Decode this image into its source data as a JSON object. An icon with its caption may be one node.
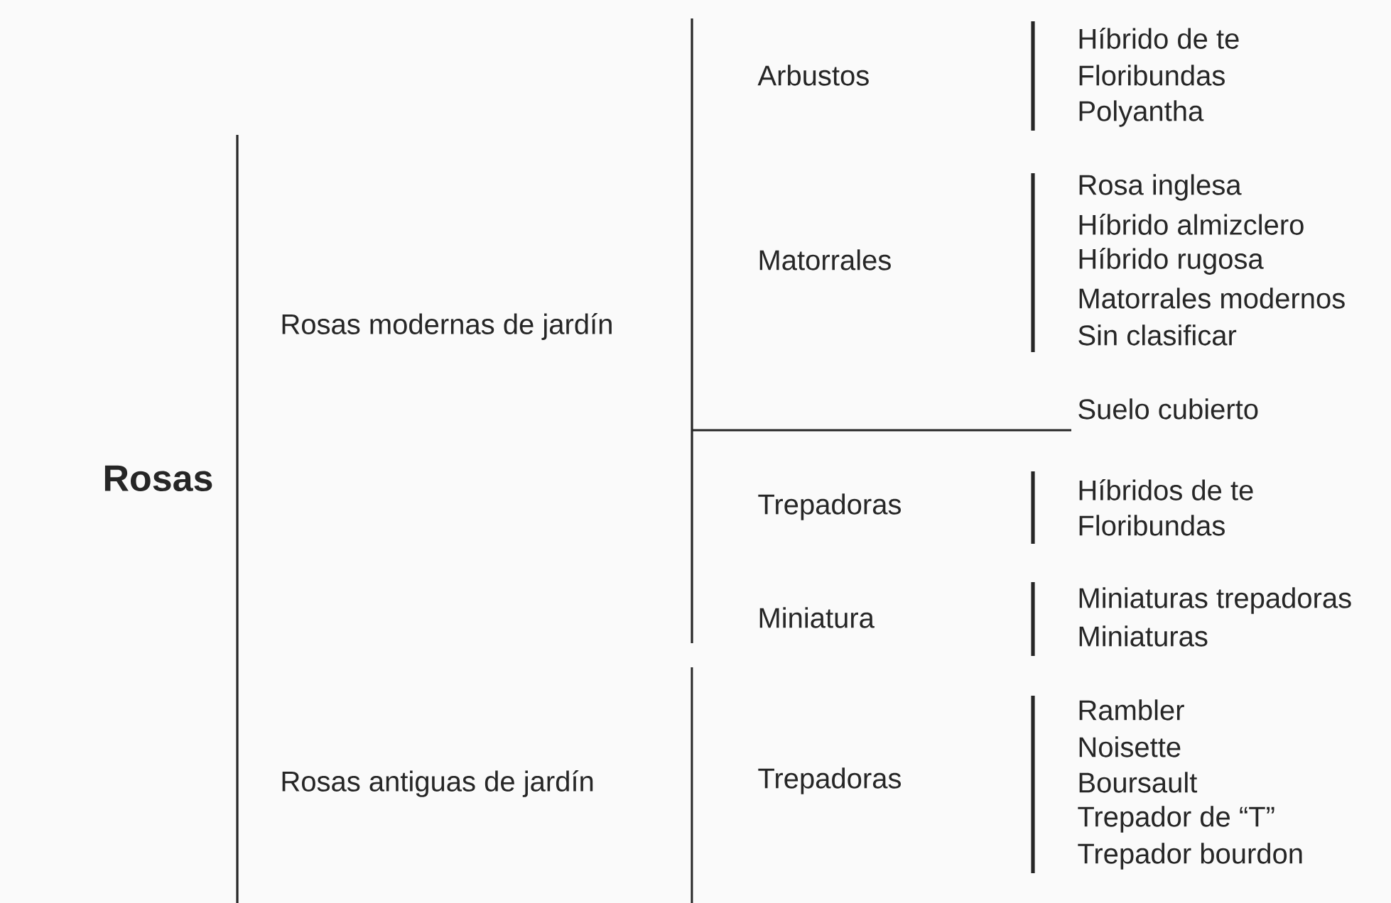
{
  "diagram": {
    "nodes": [
      {
        "text": [
          "Rosas modernas de jardín"
        ]
      },
      {
        "text": [
          "Suelo cubierto"
        ]
      }
    ],
    "edges": [
      {
        "from": null,
        "to": 1,
        "arrow": "none"
      }
    ],
    "labels": [
      "Híbrido de te",
      "Floribundas",
      "Polyantha",
      "Arbustos",
      "Rosa inglesa",
      "Híbrido almizclero",
      "Híbrido rugosa",
      "Matorrales modernos",
      "Sin clasificar",
      "Matorrales",
      "Rosas",
      "Trepadoras",
      "Híbridos de te",
      "Floribundas",
      "Miniatura",
      "Miniaturas trepadoras",
      "Miniaturas",
      "Rosas antiguas de jardín",
      "Trepadoras",
      "Rambler",
      "Noisette",
      "Boursault",
      "Trepador de “T”",
      "Trepador bourdon"
    ]
  }
}
